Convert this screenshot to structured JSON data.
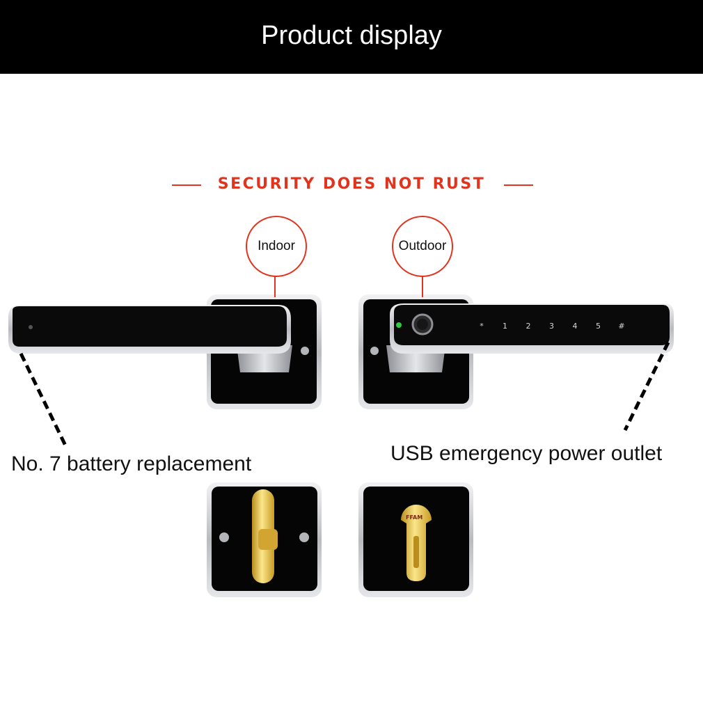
{
  "banner": {
    "title": "Product display"
  },
  "tagline": {
    "text": "SECURITY DOES NOT RUST"
  },
  "labels": {
    "indoor": "Indoor",
    "outdoor": "Outdoor",
    "battery": "No. 7 battery replacement",
    "usb": "USB emergency power outlet"
  },
  "keypad": {
    "keys": [
      "*",
      "1",
      "2",
      "3",
      "4",
      "5",
      "#"
    ]
  },
  "cylinder_marking": "FFAM",
  "colors": {
    "accent": "#e1341e",
    "banner": "#000000",
    "brass": "#d9b23a",
    "handle": "#111111",
    "indicator": "#2ecc40"
  },
  "icons": [
    "fingerprint-sensor-icon",
    "status-led-icon"
  ]
}
